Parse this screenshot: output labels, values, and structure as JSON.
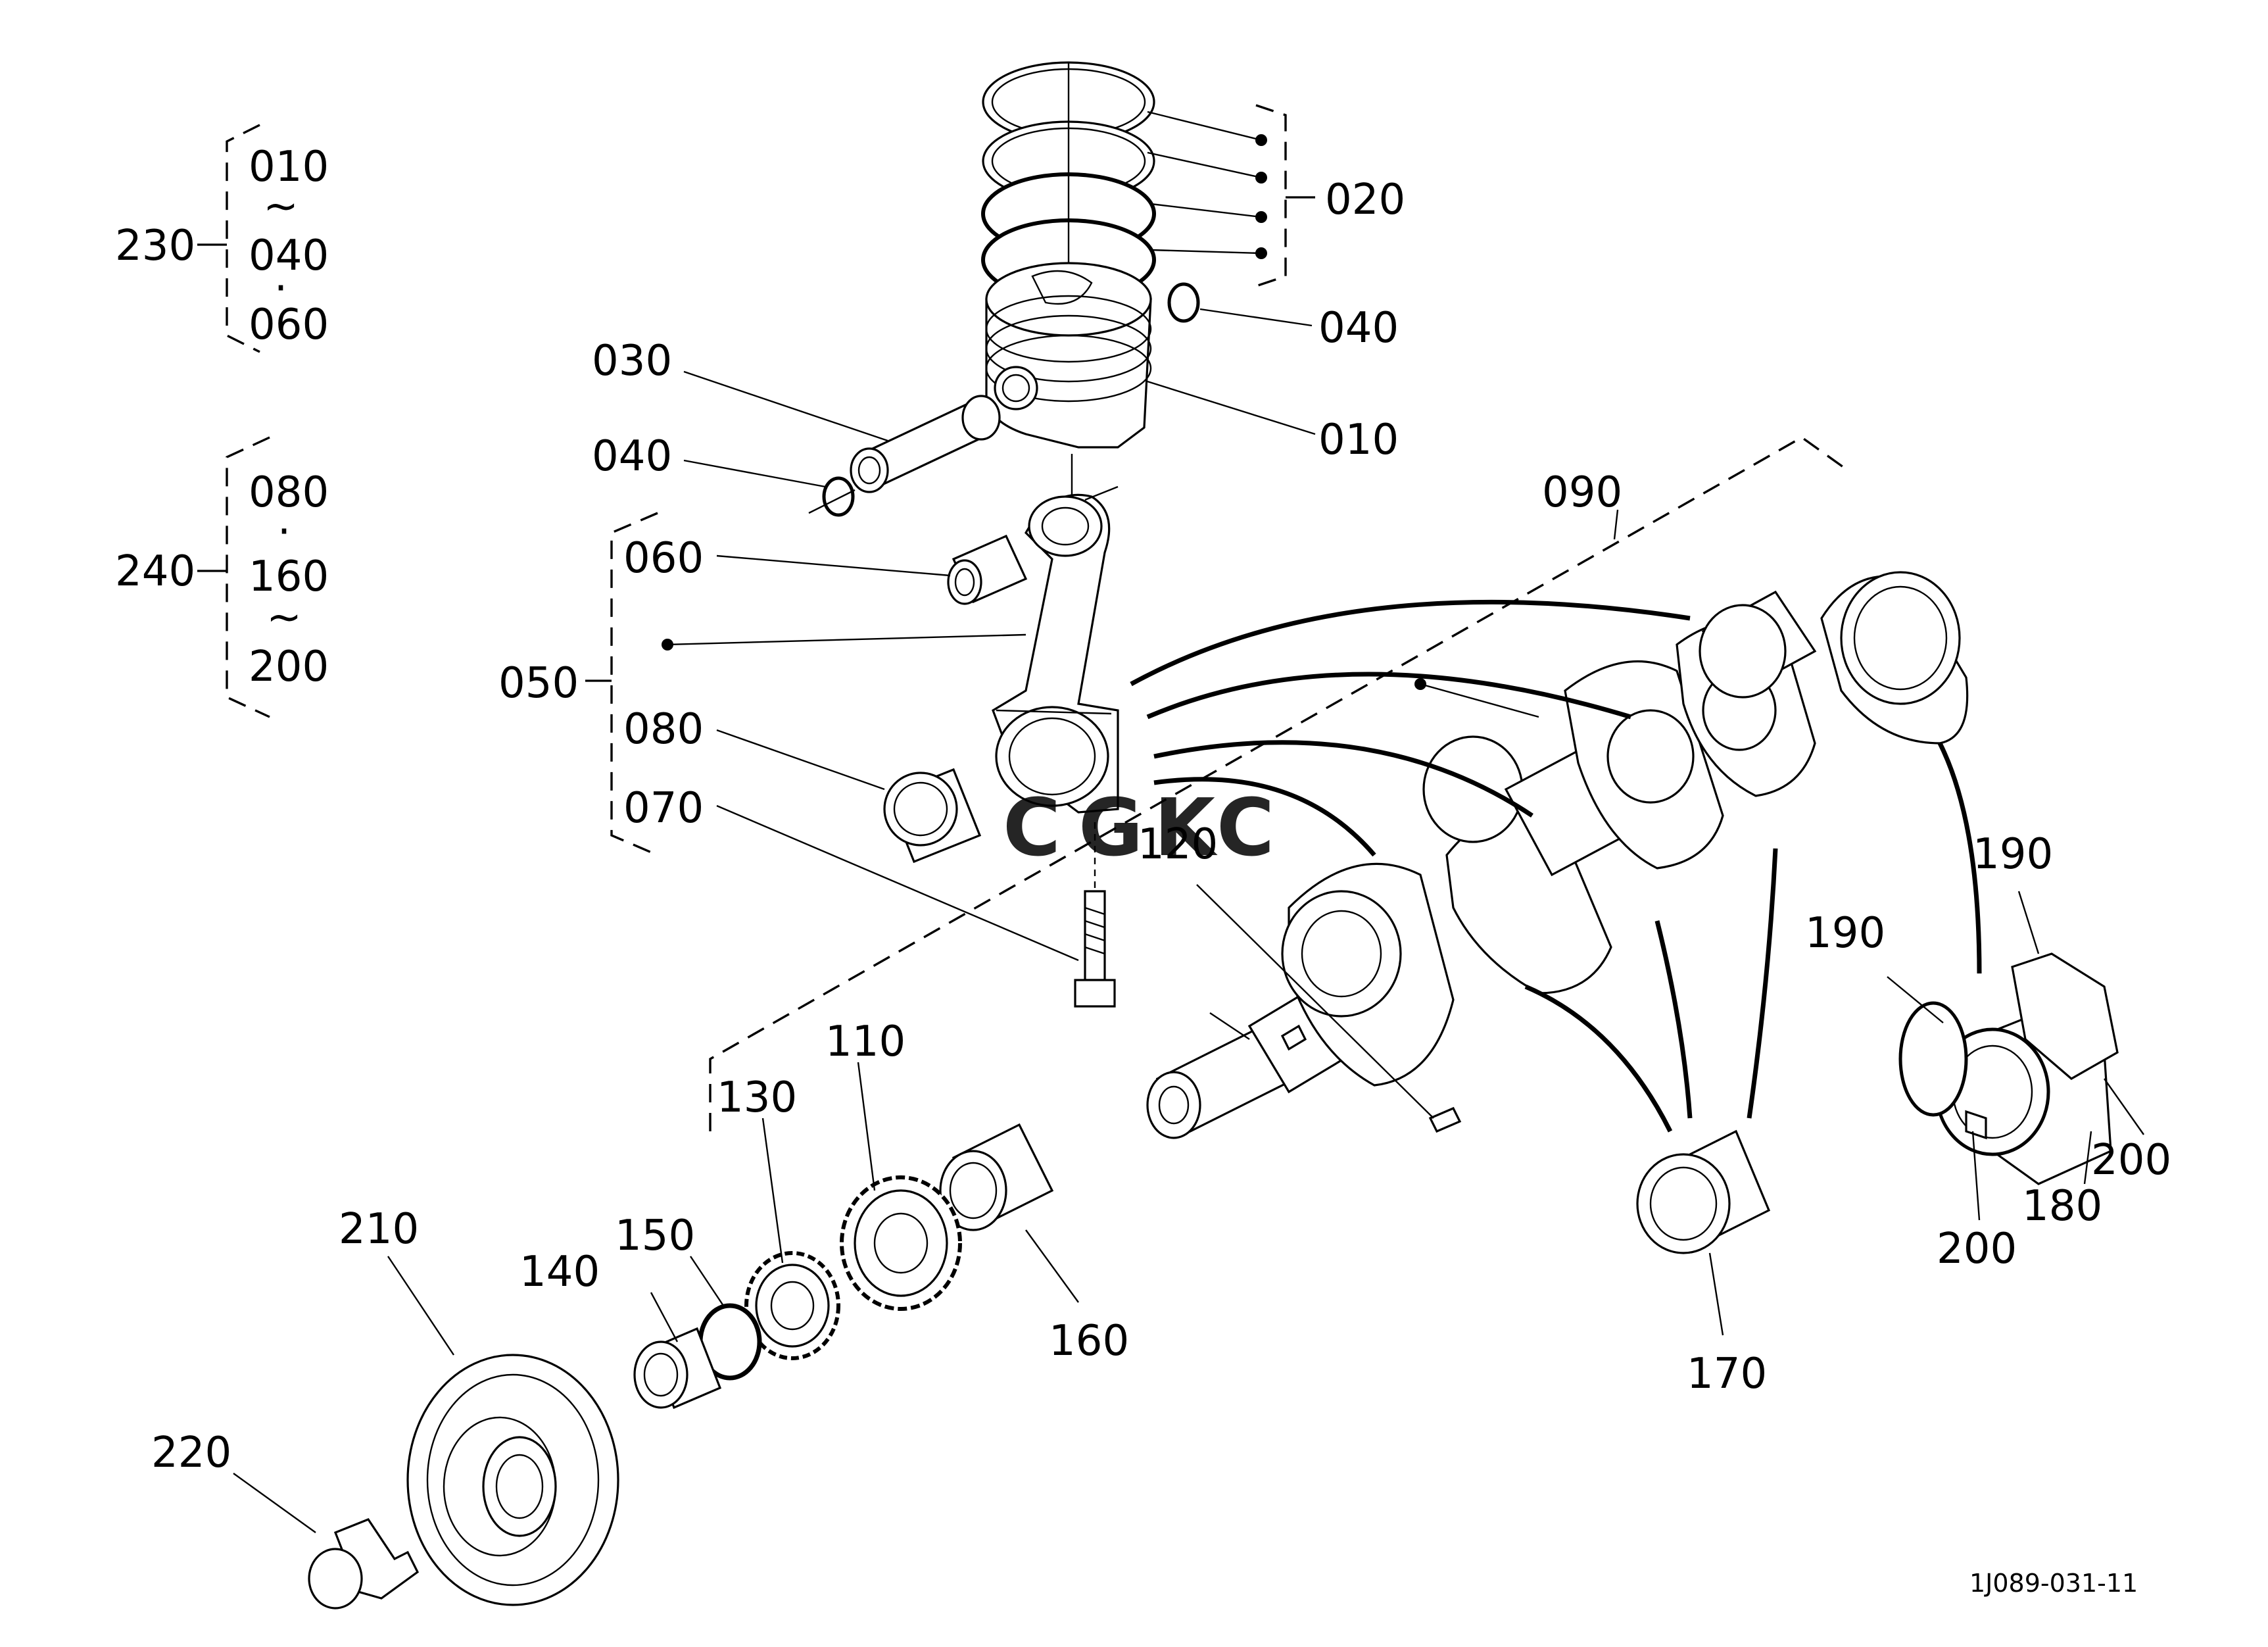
{
  "diagram": {
    "callouts": {
      "p010": "010",
      "p020": "020",
      "p030": "030",
      "p040a": "040",
      "p040b": "040",
      "p050": "050",
      "p060": "060",
      "p070": "070",
      "p080": "080",
      "p090": "090",
      "p110": "110",
      "p120": "120",
      "p130": "130",
      "p140": "140",
      "p150": "150",
      "p160": "160",
      "p170": "170",
      "p180": "180",
      "p190a": "190",
      "p190b": "190",
      "p200a": "200",
      "p200b": "200",
      "p210": "210",
      "p220": "220"
    },
    "sets": {
      "s230": {
        "label": "230",
        "from": "010",
        "range_mark": "~",
        "to": "040",
        "join_mark": "·",
        "extra": "060"
      },
      "s240": {
        "label": "240",
        "from": "080",
        "join_mark": "·",
        "to": "160",
        "range_mark": "~",
        "extra": "200"
      }
    },
    "figure_code": "1J089-031-11",
    "watermark": {
      "letters": [
        "C",
        "G",
        "K",
        "C"
      ],
      "colors": [
        "#4a86e8",
        "#e06666",
        "#f1c232",
        "#6aa84f"
      ]
    }
  }
}
